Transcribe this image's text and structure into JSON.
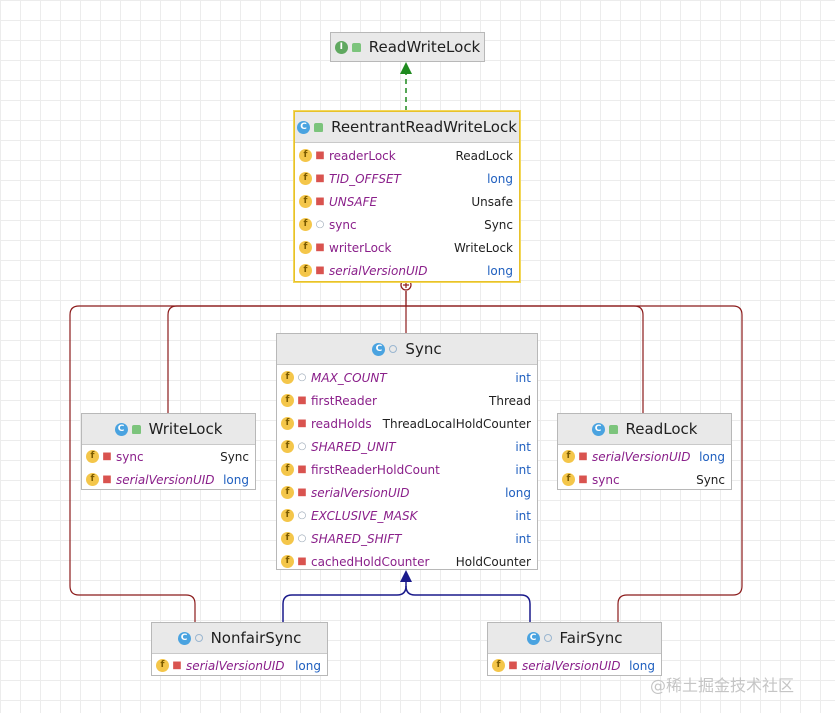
{
  "boxes": {
    "readwritelock": {
      "title": "ReadWriteLock",
      "kind": "I"
    },
    "reentrant": {
      "title": "ReentrantReadWriteLock",
      "kind": "C",
      "fields": [
        {
          "name": "readerLock",
          "type": "ReadLock",
          "vis": "priv",
          "static": false,
          "prim": false
        },
        {
          "name": "TID_OFFSET",
          "type": "long",
          "vis": "priv",
          "static": true,
          "prim": true
        },
        {
          "name": "UNSAFE",
          "type": "Unsafe",
          "vis": "priv",
          "static": true,
          "prim": false
        },
        {
          "name": "sync",
          "type": "Sync",
          "vis": "pkg",
          "static": false,
          "prim": false
        },
        {
          "name": "writerLock",
          "type": "WriteLock",
          "vis": "priv",
          "static": false,
          "prim": false
        },
        {
          "name": "serialVersionUID",
          "type": "long",
          "vis": "priv",
          "static": true,
          "prim": true
        }
      ]
    },
    "sync": {
      "title": "Sync",
      "kind": "C",
      "fields": [
        {
          "name": "MAX_COUNT",
          "type": "int",
          "vis": "pkg",
          "static": true,
          "prim": true
        },
        {
          "name": "firstReader",
          "type": "Thread",
          "vis": "priv",
          "static": false,
          "prim": false
        },
        {
          "name": "readHolds",
          "type": "ThreadLocalHoldCounter",
          "vis": "priv",
          "static": false,
          "prim": false
        },
        {
          "name": "SHARED_UNIT",
          "type": "int",
          "vis": "pkg",
          "static": true,
          "prim": true
        },
        {
          "name": "firstReaderHoldCount",
          "type": "int",
          "vis": "priv",
          "static": false,
          "prim": true
        },
        {
          "name": "serialVersionUID",
          "type": "long",
          "vis": "priv",
          "static": true,
          "prim": true
        },
        {
          "name": "EXCLUSIVE_MASK",
          "type": "int",
          "vis": "pkg",
          "static": true,
          "prim": true
        },
        {
          "name": "SHARED_SHIFT",
          "type": "int",
          "vis": "pkg",
          "static": true,
          "prim": true
        },
        {
          "name": "cachedHoldCounter",
          "type": "HoldCounter",
          "vis": "priv",
          "static": false,
          "prim": false
        }
      ]
    },
    "writelock": {
      "title": "WriteLock",
      "kind": "C",
      "fields": [
        {
          "name": "sync",
          "type": "Sync",
          "vis": "priv",
          "static": false,
          "prim": false
        },
        {
          "name": "serialVersionUID",
          "type": "long",
          "vis": "priv",
          "static": true,
          "prim": true
        }
      ]
    },
    "readlock": {
      "title": "ReadLock",
      "kind": "C",
      "fields": [
        {
          "name": "serialVersionUID",
          "type": "long",
          "vis": "priv",
          "static": true,
          "prim": true
        },
        {
          "name": "sync",
          "type": "Sync",
          "vis": "priv",
          "static": false,
          "prim": false
        }
      ]
    },
    "nonfairsync": {
      "title": "NonfairSync",
      "kind": "C",
      "fields": [
        {
          "name": "serialVersionUID",
          "type": "long",
          "vis": "priv",
          "static": true,
          "prim": true
        }
      ]
    },
    "fairsync": {
      "title": "FairSync",
      "kind": "C",
      "fields": [
        {
          "name": "serialVersionUID",
          "type": "long",
          "vis": "priv",
          "static": true,
          "prim": true
        }
      ]
    }
  },
  "colors": {
    "implements": "#1f8a1f",
    "inner_class": "#8b1a1a",
    "extends": "#1a1a8b"
  },
  "watermark": "@稀土掘金技术社区"
}
